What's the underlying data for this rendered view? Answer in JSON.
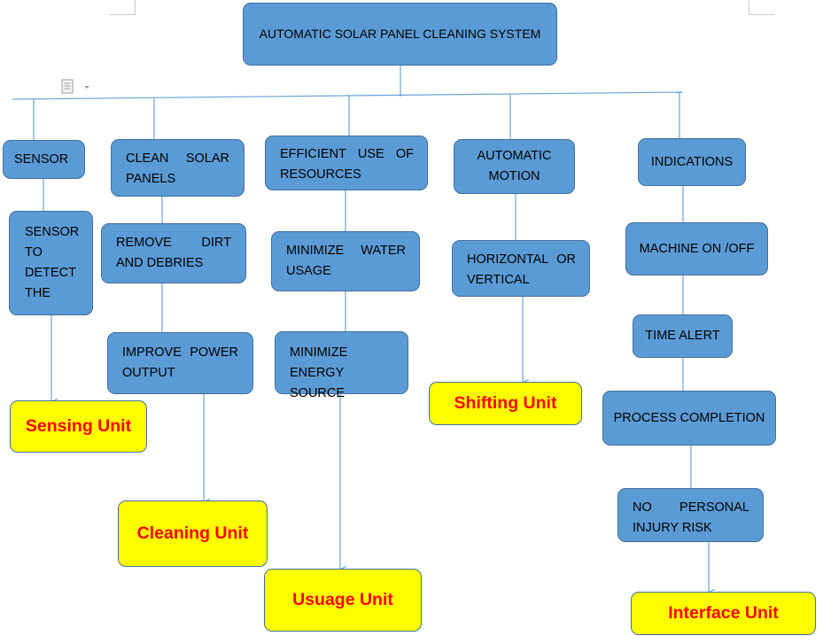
{
  "title": "AUTOMATIC SOLAR PANEL CLEANING SYSTEM",
  "columns": [
    {
      "id": "sensor",
      "head": "SENSOR",
      "items": [
        "SENSOR TO DETECT THE"
      ],
      "unit": "Sensing Unit"
    },
    {
      "id": "clean",
      "head": "CLEAN SOLAR PANELS",
      "items": [
        "REMOVE DIRT AND DEBRIES",
        "IMPROVE POWER OUTPUT"
      ],
      "unit": "Cleaning Unit"
    },
    {
      "id": "efficient",
      "head": "EFFICIENT USE OF RESOURCES",
      "items": [
        "MINIMIZE WATER USAGE",
        "MINIMIZE ENERGY SOURCE"
      ],
      "unit": "Usuage Unit"
    },
    {
      "id": "motion",
      "head": "AUTOMATIC MOTION",
      "items": [
        "HORIZONTAL OR VERTICAL"
      ],
      "unit": "Shifting Unit"
    },
    {
      "id": "indications",
      "head": "INDICATIONS",
      "items": [
        "MACHINE ON /OFF",
        "TIME ALERT",
        "PROCESS COMPLETION",
        "NO PERSONAL INJURY RISK"
      ],
      "unit": "Interface Unit"
    }
  ],
  "colors": {
    "box_fill": "#5b9bd5",
    "box_border": "#41719c",
    "unit_fill": "#ffff00",
    "unit_text": "#ff0000",
    "connector": "#6aa3d8"
  },
  "icons": [
    "document-icon"
  ]
}
